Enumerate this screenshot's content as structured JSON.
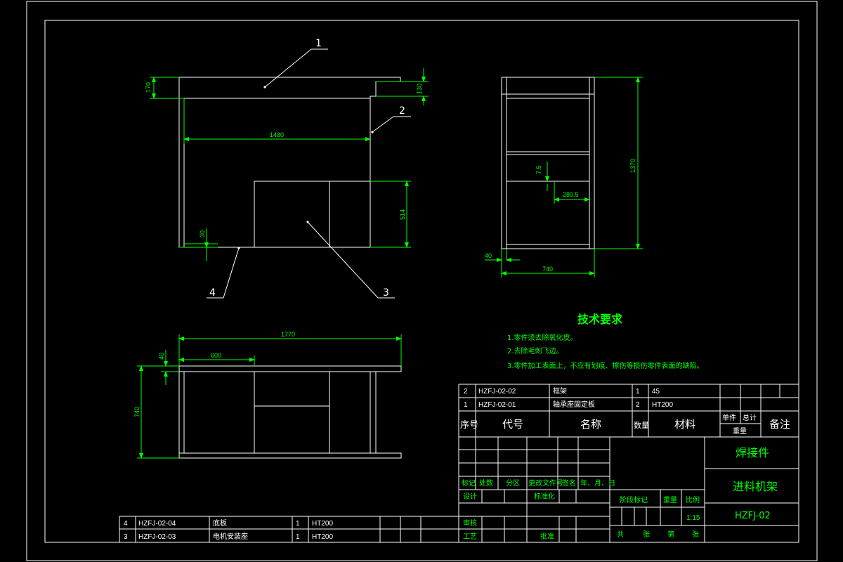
{
  "callouts": {
    "c1": "1",
    "c2": "2",
    "c3": "3",
    "c4": "4"
  },
  "dims": {
    "d170": "170",
    "d130": "130",
    "d1480": "1480",
    "d514": "514",
    "d30": "30",
    "d1370": "1370",
    "d7_5": "7.5",
    "d280_5": "280.5",
    "d40a": "40",
    "d740a": "740",
    "d1770": "1770",
    "d40b": "40",
    "d600": "600",
    "d740b": "740"
  },
  "tech_req": {
    "title": "技术要求",
    "items": [
      "1.零件须去除氧化皮。",
      "2.去除毛刺飞边。",
      "3.零件加工表面上，不应有划痕、擦伤等损伤零件表面的缺陷。"
    ]
  },
  "parts_list": [
    {
      "no": "2",
      "code": "HZFJ-02-02",
      "name": "框架",
      "qty": "1",
      "material": "45"
    },
    {
      "no": "1",
      "code": "HZFJ-02-01",
      "name": "轴承座固定板",
      "qty": "2",
      "material": "HT200"
    }
  ],
  "parts_header": {
    "no": "序号",
    "code": "代号",
    "name": "名称",
    "qty": "数量",
    "material": "材料",
    "unit": "单件",
    "total": "总计",
    "weight": "重量",
    "remarks": "备注"
  },
  "parts_list_lower": [
    {
      "no": "4",
      "code": "HZFJ-02-04",
      "name": "底板",
      "qty": "1",
      "material": "HT200"
    },
    {
      "no": "3",
      "code": "HZFJ-02-03",
      "name": "电机安装座",
      "qty": "1",
      "material": "HT200"
    }
  ],
  "title_block": {
    "mark": "标记",
    "count": "处数",
    "zone": "分区",
    "change_doc": "更改文件号",
    "sign": "签名",
    "date": "年、月、日",
    "design": "设计",
    "standardize": "标准化",
    "stage_mark": "阶段标记",
    "weight": "重量",
    "scale": "比例",
    "scale_value": "1:15",
    "review": "审核",
    "process": "工艺",
    "approve": "批准",
    "total_sheets": "共",
    "sheet_unit1": "张",
    "sheet": "第",
    "sheet_unit2": "张",
    "type": "焊接件",
    "drawing_name": "进料机架",
    "drawing_no": "HZFJ-02"
  },
  "colors": {
    "line": "#ffffff",
    "dimension": "#00ff00",
    "background": "#000000"
  }
}
